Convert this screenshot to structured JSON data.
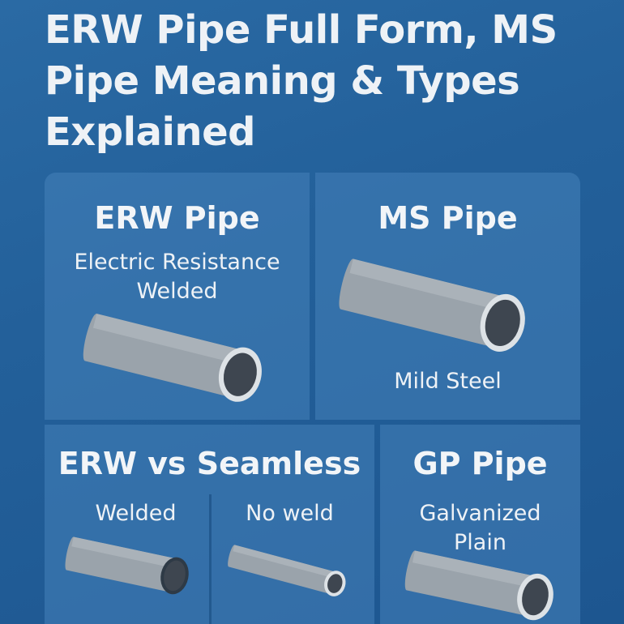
{
  "page": {
    "title": "ERW Pipe Full Form, MS Pipe Meaning & Types Explained"
  },
  "panels": {
    "erw": {
      "title": "ERW Pipe",
      "subtitle": "Electric Resistance Welded",
      "icon": "steel-pipe-icon"
    },
    "ms": {
      "title": "MS Pipe",
      "caption": "Mild Steel",
      "icon": "steel-pipe-icon"
    },
    "erw_vs_seamless": {
      "title": "ERW vs Seamless",
      "welded_label": "Welded",
      "seamless_label": "No weld"
    },
    "gp": {
      "title": "GP Pipe",
      "subtitle": "Galvanized Plain",
      "icon": "steel-pipe-icon"
    }
  },
  "colors": {
    "background": "#23609a",
    "panel": "#3f7fb8",
    "pipe_body": "#9aa3ab",
    "pipe_rim": "#dde2e6",
    "pipe_hole": "#3e4650",
    "text": "#eef2f6"
  }
}
